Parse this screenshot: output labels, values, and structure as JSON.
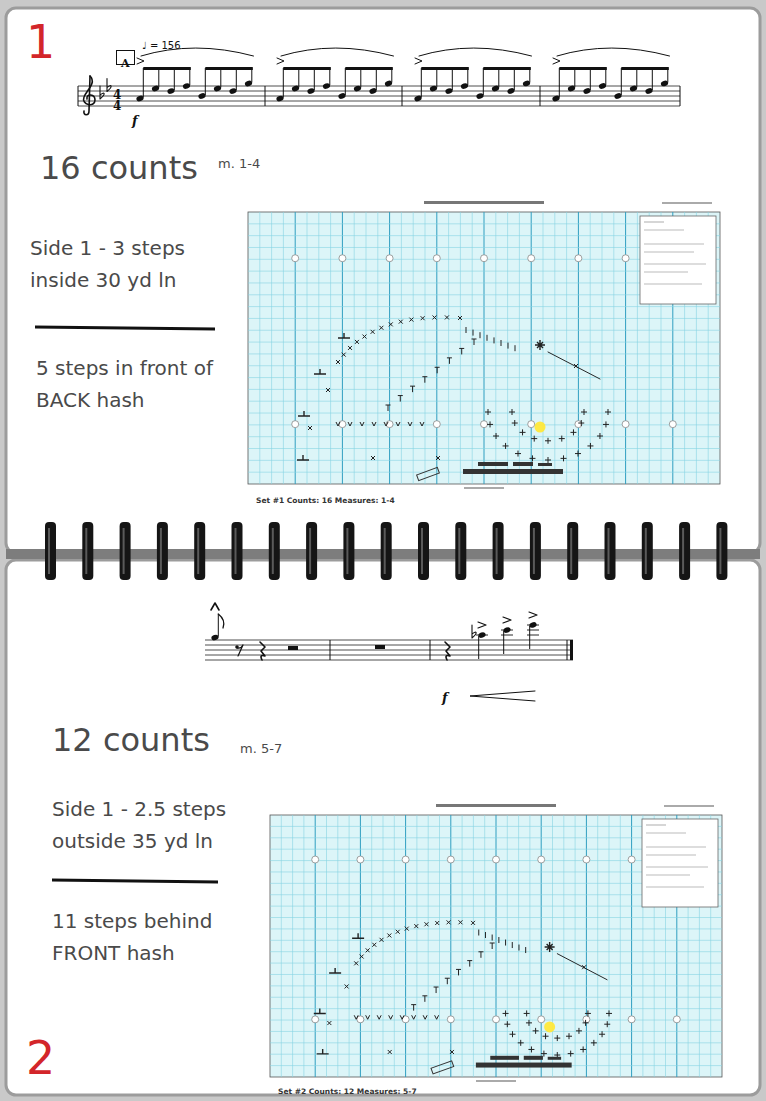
{
  "diagram": {
    "nodes": [
      {
        "text": [
          "1",
          "♩ = 156",
          "4",
          "4",
          "f",
          "16 counts",
          "m. 1-4",
          "Side 1 - 3 steps inside 30 yd ln",
          "5 steps in front of BACK hash",
          "Set #1 Counts: 16 Measures: 1-4"
        ]
      },
      {
        "text": [
          "A"
        ],
        "in": 0
      },
      {
        "text": [
          "f",
          "12 counts",
          "m. 5-7",
          "Side 1 - 2.5 steps outside 35 yd ln",
          "11 steps behind FRONT hash",
          "Set #2 Counts: 12 Measures: 5-7",
          "2"
        ]
      }
    ]
  }
}
